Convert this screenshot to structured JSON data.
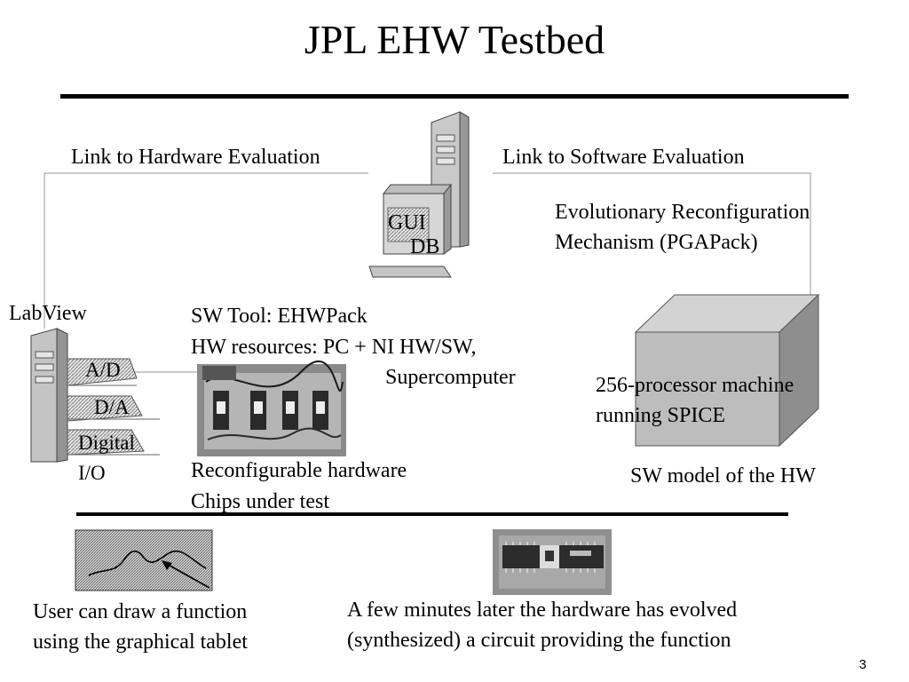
{
  "slide": {
    "title": "JPL EHW Testbed",
    "page_number": "3"
  },
  "links": {
    "hardware": "Link to Hardware Evaluation",
    "software": "Link to Software Evaluation"
  },
  "pc_station": {
    "gui_label": "GUI",
    "db_label": "DB"
  },
  "evolutionary": {
    "line1": "Evolutionary Reconfiguration",
    "line2": "Mechanism (PGAPack)"
  },
  "labview": {
    "title": "LabView",
    "cards": [
      "A/D",
      "D/A",
      "Digital"
    ],
    "io_suffix": "I/O"
  },
  "sw_tool": {
    "line1": "SW Tool: EHWPack",
    "line2": "HW resources: PC + NI HW/SW,",
    "line3": "Supercomputer"
  },
  "board": {
    "line1": "Reconfigurable hardware",
    "line2": "Chips under test"
  },
  "supercomputer": {
    "line1": "256-processor machine",
    "line2": "running SPICE",
    "caption": "SW model  of the HW"
  },
  "bottom": {
    "tablet_line1": "User can draw a function",
    "tablet_line2": "using the graphical tablet",
    "chip_line1": "A few minutes later the hardware has evolved",
    "chip_line2": "(synthesized) a circuit providing the function"
  }
}
